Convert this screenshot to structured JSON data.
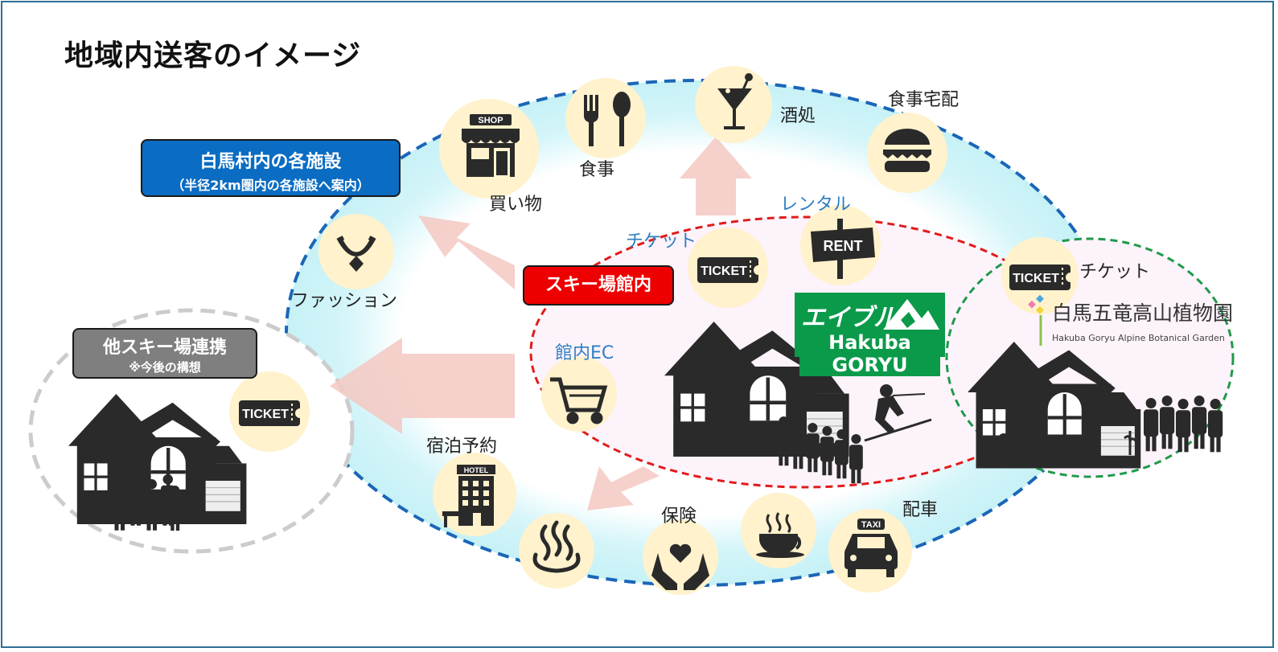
{
  "title": "地域内送客のイメージ",
  "boxes": {
    "village_title": "白馬村内の各施設",
    "village_sub": "（半径2km圏内の各施設へ案内）",
    "ski_inside": "スキー場館内",
    "other_title": "他スキー場連携",
    "other_sub": "※今後の構想"
  },
  "labels": {
    "shopping": "買い物",
    "meal": "食事",
    "bar": "酒処",
    "delivery": "食事宅配",
    "rental": "レンタル",
    "ticket_main": "チケット",
    "ticket_garden": "チケット",
    "fashion": "ファッション",
    "ec": "館内EC",
    "hotel": "宿泊予約",
    "insurance": "保険",
    "taxi": "配車"
  },
  "icons": {
    "shop_sign": "SHOP",
    "rent_sign": "RENT",
    "ticket_text": "TICKET",
    "hotel_sign": "HOTEL",
    "taxi_sign": "TAXI"
  },
  "logo": {
    "brand": "エイブル",
    "name": "Hakuba GORYU"
  },
  "garden": {
    "name": "白馬五竜高山植物園",
    "name_en": "Hakuba Goryu Alpine Botanical Garden"
  },
  "colors": {
    "blue_ring": "#1a66b8",
    "red_ring": "#e11b1b",
    "green_ring": "#1f9a4a",
    "gray_ring": "#c8c8c8",
    "ring_fill": "#cff4f8",
    "icon_bg": "#fff2cc",
    "arrow": "#f6c9c4",
    "dark": "#2a2a2a"
  }
}
